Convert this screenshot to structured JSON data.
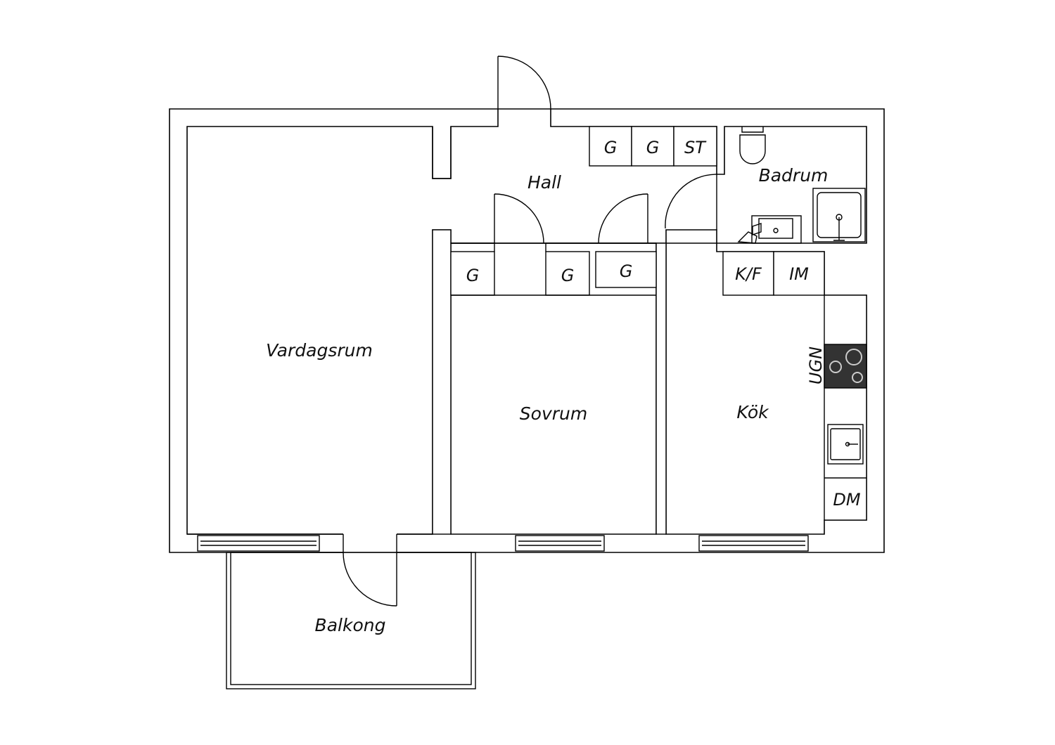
{
  "floorplan": {
    "rooms": {
      "hall": "Hall",
      "badrum": "Badrum",
      "vardagsrum": "Vardagsrum",
      "sovrum": "Sovrum",
      "kok": "Kök",
      "balkong": "Balkong"
    },
    "units": {
      "hall_wardrobe_1": "G",
      "hall_wardrobe_2": "G",
      "hall_storage": "ST",
      "sovrum_wardrobe_1": "G",
      "sovrum_wardrobe_2": "G",
      "hall_closet": "G",
      "fridge_freezer": "K/F",
      "freezer": "IM",
      "oven": "UGN",
      "dishwasher": "DM"
    },
    "colors": {
      "line": "#000000",
      "background": "#ffffff",
      "stove_top": "#333333"
    }
  }
}
